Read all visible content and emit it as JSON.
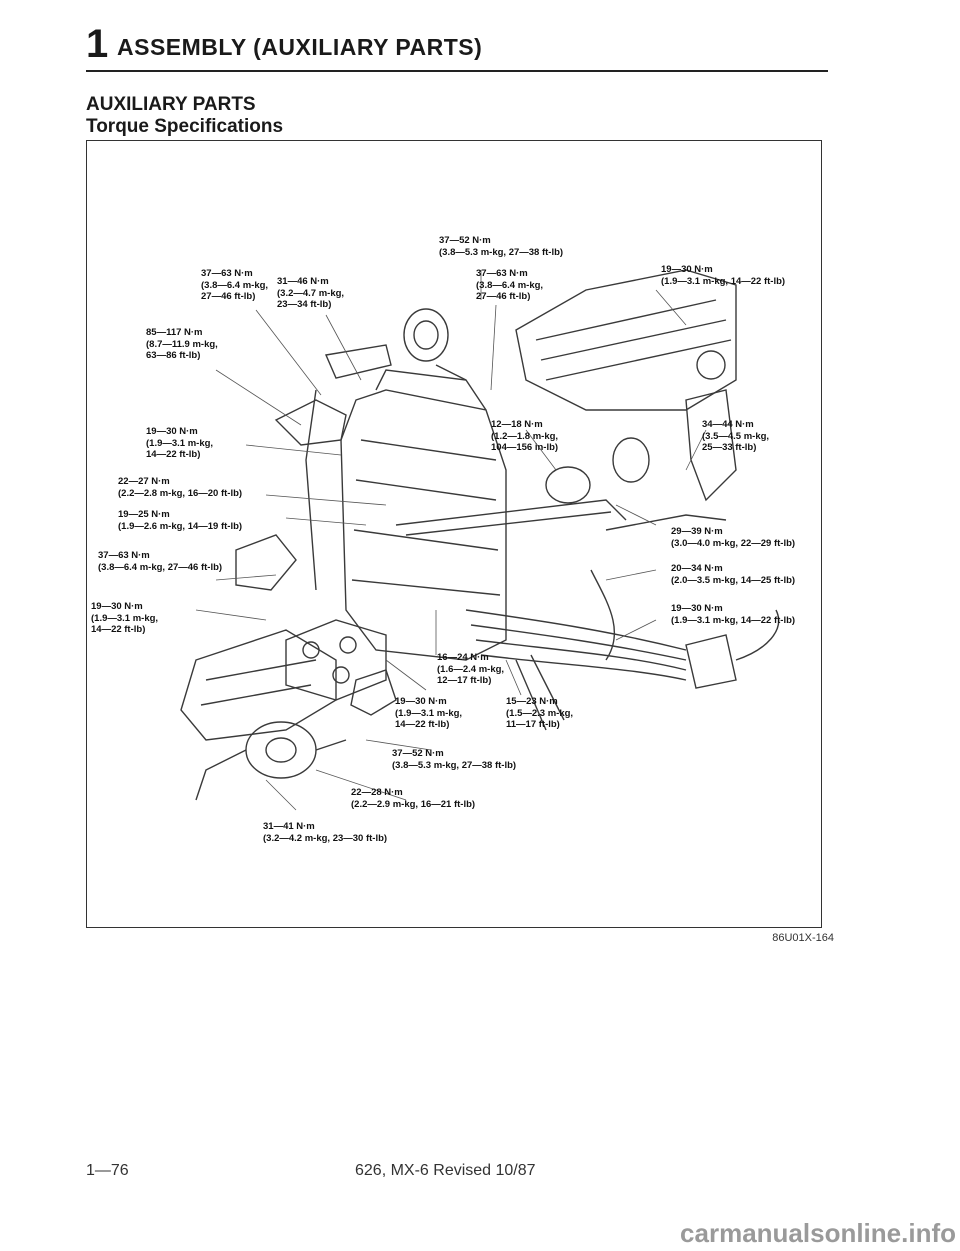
{
  "header": {
    "chapter_number": "1",
    "chapter_title": "ASSEMBLY (AUXILIARY PARTS)"
  },
  "section": {
    "title": "AUXILIARY PARTS",
    "subtitle": "Torque Specifications"
  },
  "labels": [
    "37—52 N·m\n(3.8—5.3 m-kg, 27—38 ft-lb)",
    "37—63 N·m\n(3.8—6.4 m-kg,\n27—46 ft-lb)",
    "31—46 N·m\n(3.2—4.7 m-kg,\n23—34 ft-lb)",
    "37—63 N·m\n(3.8—6.4 m-kg,\n27—46 ft-lb)",
    "19—30 N·m\n(1.9—3.1 m-kg, 14—22 ft-lb)",
    "85—117 N·m\n(8.7—11.9 m-kg,\n63—86 ft-lb)",
    "19—30 N·m\n(1.9—3.1 m-kg,\n14—22 ft-lb)",
    "12—18 N·m\n(1.2—1.8 m-kg,\n104—156 in-lb)",
    "34—44 N·m\n(3.5—4.5 m-kg,\n25—33 ft-lb)",
    "22—27 N·m\n(2.2—2.8 m-kg, 16—20 ft-lb)",
    "19—25 N·m\n(1.9—2.6 m-kg, 14—19 ft-lb)",
    "29—39 N·m\n(3.0—4.0 m-kg, 22—29 ft-lb)",
    "37—63 N·m\n(3.8—6.4 m-kg, 27—46 ft-lb)",
    "20—34 N·m\n(2.0—3.5 m-kg, 14—25 ft-lb)",
    "19—30 N·m\n(1.9—3.1 m-kg,\n14—22 ft-lb)",
    "19—30 N·m\n(1.9—3.1 m-kg, 14—22 ft-lb)",
    "16—24 N·m\n(1.6—2.4 m-kg,\n12—17 ft-lb)",
    "19—30 N·m\n(1.9—3.1 m-kg,\n14—22 ft-lb)",
    "15—23 N·m\n(1.5—2.3 m-kg,\n11—17 ft-lb)",
    "37—52 N·m\n(3.8—5.3 m-kg, 27—38 ft-lb)",
    "22—28 N·m\n(2.2—2.9 m-kg, 16—21 ft-lb)",
    "31—41 N·m\n(3.2—4.2 m-kg, 23—30 ft-lb)"
  ],
  "figure_code": "86U01X-164",
  "footer": {
    "page_number": "1—76",
    "text": "626, MX-6 Revised 10/87"
  },
  "watermark": "carmanualsonline.info"
}
